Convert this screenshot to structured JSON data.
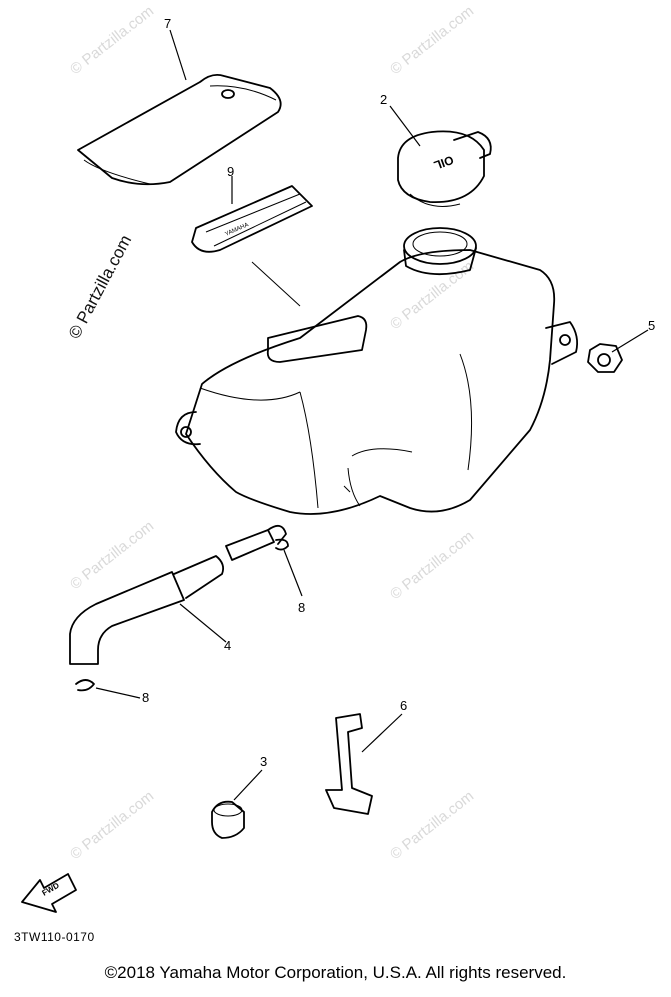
{
  "watermark": {
    "text": "© Partzilla.com",
    "color": "#d9d9d9"
  },
  "callouts": [
    "7",
    "2",
    "9",
    "5",
    "8",
    "4",
    "8",
    "6",
    "3"
  ],
  "icons": {
    "fwd_arrow_label": "FWD",
    "cap_label": "OIL",
    "tube_label": "YAMAHA"
  },
  "diagram_code": "3TW110-0170",
  "copyright": "©2018  Yamaha Motor Corporation, U.S.A. All rights reserved."
}
